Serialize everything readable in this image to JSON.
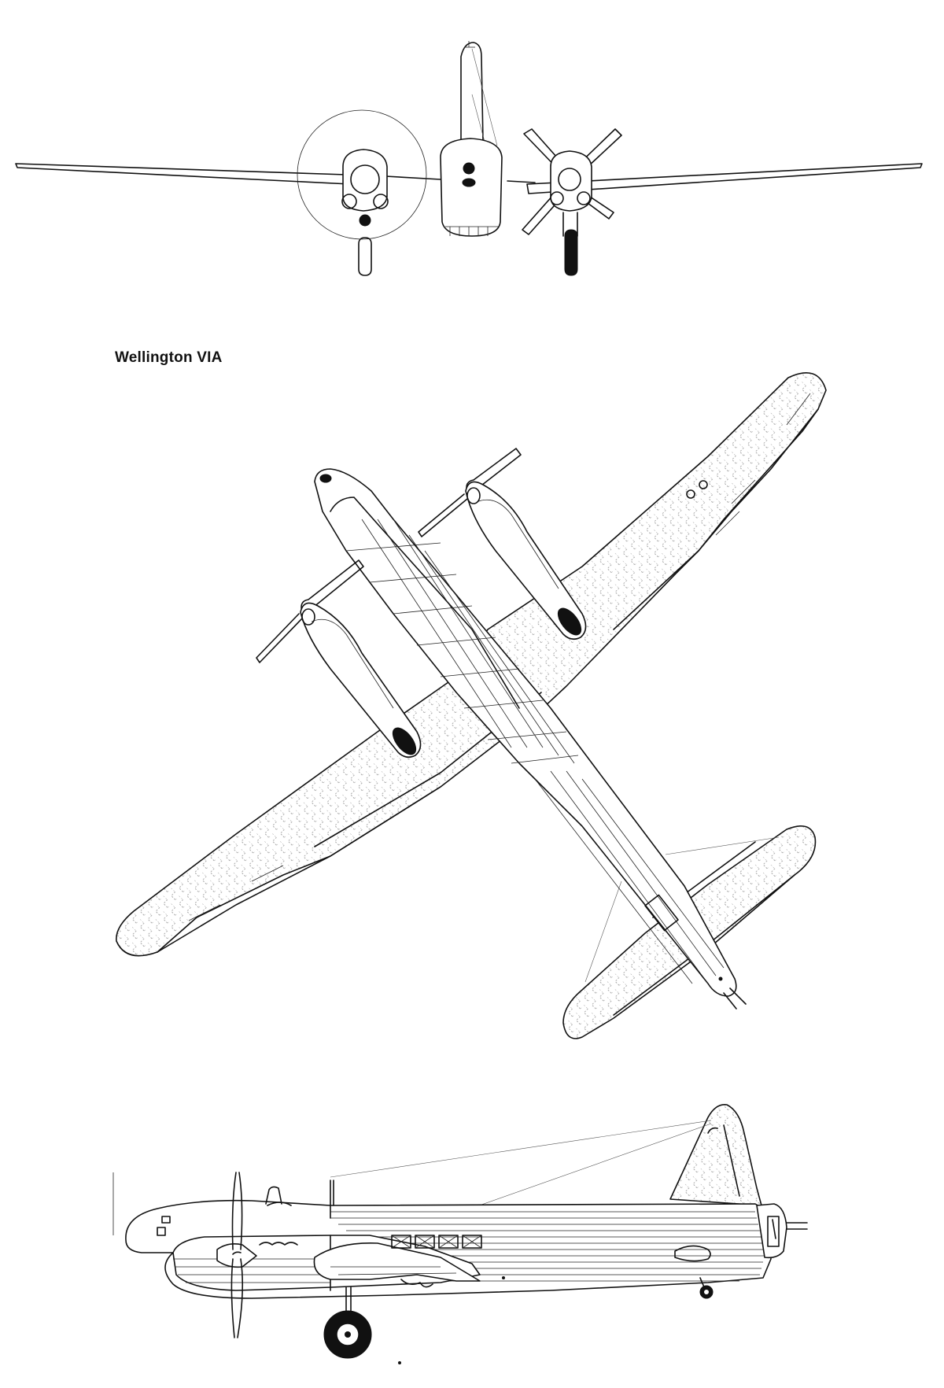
{
  "title": "Wellington VIA",
  "views": [
    "front-view",
    "plan-view",
    "side-view"
  ]
}
